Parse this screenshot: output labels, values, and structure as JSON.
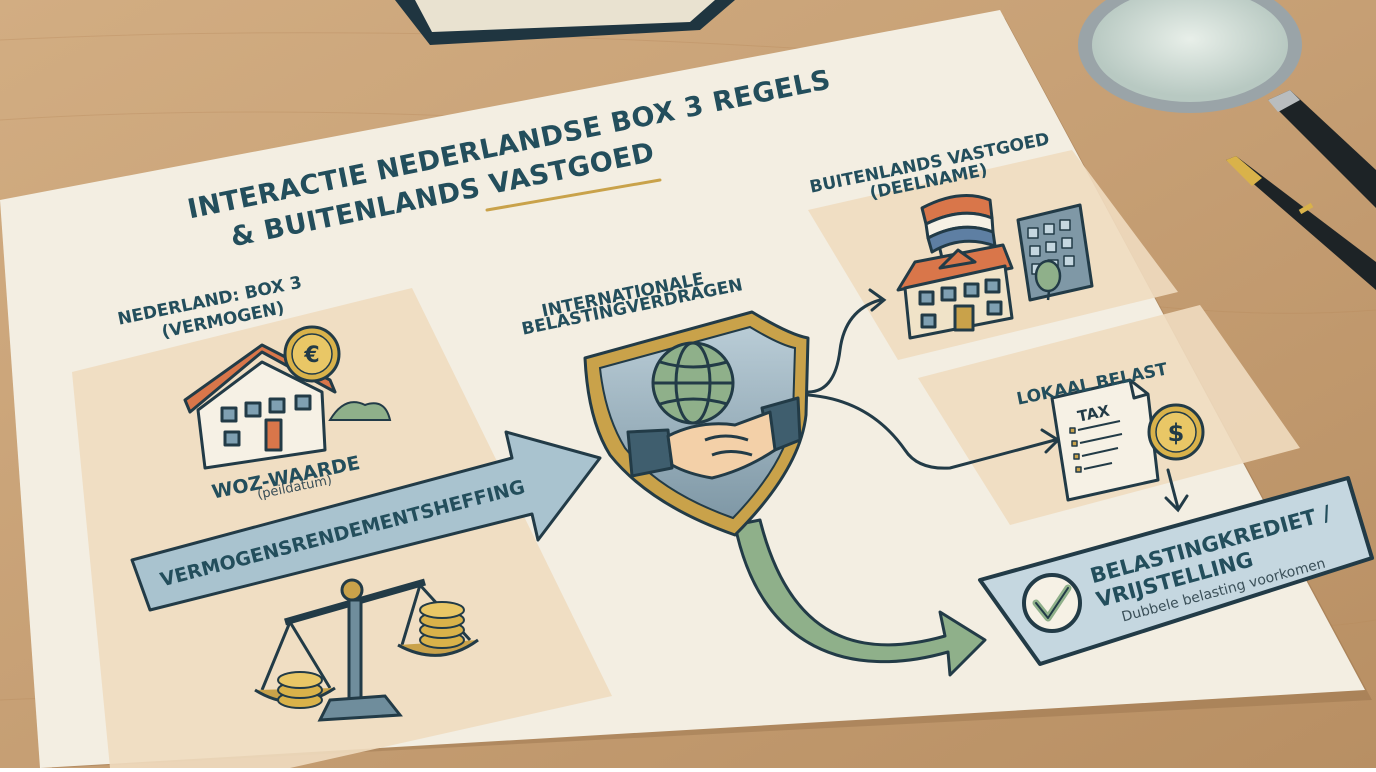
{
  "title": {
    "line1": "INTERACTIE NEDERLANDSE BOX 3 REGELS",
    "line2": "& BUITENLANDS VASTGOED"
  },
  "left_panel": {
    "heading_line1": "NEDERLAND: BOX 3",
    "heading_line2": "(VERMOGEN)",
    "woz_label": "WOZ-WAARDE",
    "woz_sub": "(peildatum)",
    "icons": [
      "house-icon",
      "euro-coin-icon",
      "balance-scale-icon",
      "coin-stack-icon"
    ]
  },
  "arrow_label": "VERMOGENSRENDEMENTSHEFFING",
  "center": {
    "heading_line1": "INTERNATIONALE",
    "heading_line2": "BELASTINGVERDRAGEN",
    "icons": [
      "shield-icon",
      "globe-icon",
      "handshake-icon"
    ]
  },
  "foreign_property": {
    "heading_line1": "BUITENLANDS VASTGOED",
    "heading_line2": "(DEELNAME)",
    "icons": [
      "flag-icon",
      "house-icon",
      "apartment-building-icon",
      "tree-icon"
    ]
  },
  "local_tax": {
    "heading": "LOKAAL BELAST",
    "tax_document_label": "TAX",
    "icons": [
      "tax-document-icon",
      "dollar-coin-icon"
    ]
  },
  "credit_box": {
    "line1": "BELASTINGKREDIET /",
    "line2": "VRIJSTELLING",
    "sub": "Dubbele belasting voorkomen",
    "icons": [
      "checkmark-icon"
    ]
  },
  "colors": {
    "desk": "#c9a47a",
    "paper": "#f3eee2",
    "panel": "#f0dcc0",
    "navy": "#234e5c",
    "gold": "#c9a24a",
    "arrow_blue": "#a9c3cf",
    "arrow_green": "#8fb08a",
    "roof_orange": "#d9764a"
  }
}
